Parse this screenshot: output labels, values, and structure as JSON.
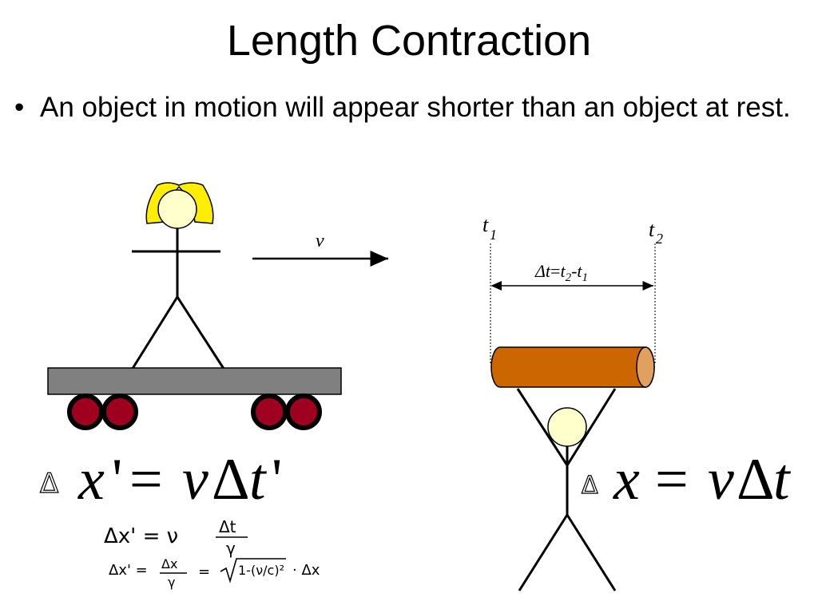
{
  "slide": {
    "title": "Length Contraction",
    "bullet_symbol": "•",
    "bullet_text": "An object in motion will appear shorter than an object at rest."
  },
  "diagram": {
    "velocity_label": "v",
    "time_labels": {
      "t1_base": "t",
      "t1_sub": "1",
      "t2_base": "t",
      "t2_sub": "2"
    },
    "delta_t": {
      "delta": "Δ",
      "t": "t",
      "eq": "=",
      "t2": "t",
      "sub2": "2",
      "minus": "-",
      "t1": "t",
      "sub1": "1"
    },
    "formula_moving": {
      "delta_hand": "Δ",
      "x": "x",
      "prime1": "'",
      "eq": "=",
      "v": "v",
      "delta": "Δ",
      "t": "t",
      "prime2": "'"
    },
    "formula_rest": {
      "delta_hand": "Δ",
      "x": "x",
      "eq": "=",
      "v": "v",
      "delta": "Δ",
      "t": "t"
    },
    "handwritten": {
      "line1_lhs": "Δx' = ν",
      "line1_num": "Δt",
      "line1_den": "γ",
      "line2_lhs": "Δx' =",
      "line2_num": "Δx",
      "line2_den": "γ",
      "line2_eq": "=",
      "line2_sqrt": "1-(ν/c)²",
      "line2_tail": "· Δx"
    },
    "colors": {
      "hair": "#ffee00",
      "face": "#ffffcc",
      "cart": "#808080",
      "wheel": "#a00020",
      "rod": "#cc6600",
      "rod_end": "#e0a060"
    }
  }
}
